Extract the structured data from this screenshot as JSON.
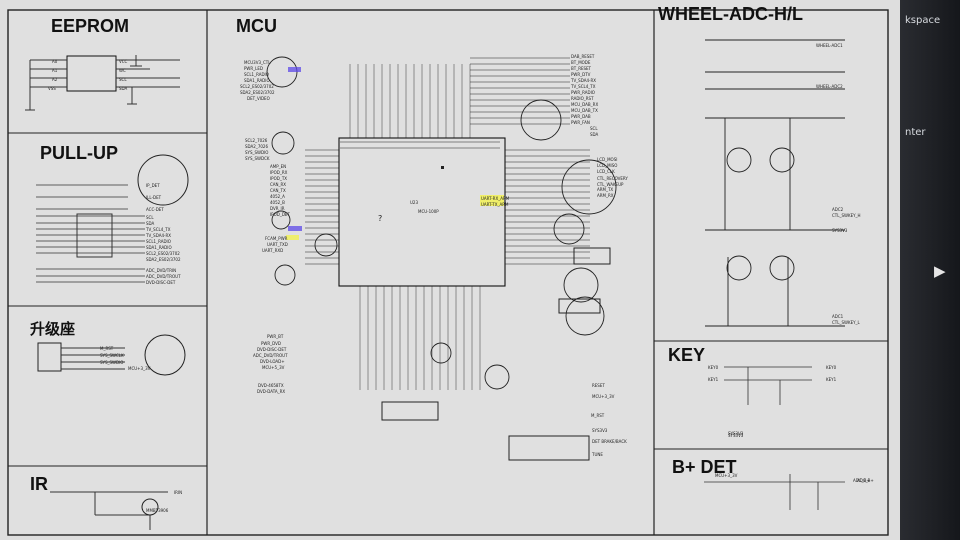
{
  "titles": {
    "eeprom": "EEPROM",
    "mcu": "MCU",
    "wheel": "WHEEL-ADC-H/L",
    "pullup": "PULL-UP",
    "upgrade": "升级座",
    "ir": "IR",
    "key": "KEY",
    "bplus": "B+ DET"
  },
  "background_text": {
    "monitor_top": "kspace",
    "monitor_mid": "nter"
  },
  "eeprom_pins": [
    "A0",
    "A1",
    "A2",
    "VSS",
    "VCC",
    "WC",
    "SCL",
    "SDA"
  ],
  "mcu_left_labels": [
    "MCU3V3_CTL",
    "PWR_LED",
    "SCL1_RADIO",
    "SDA1_RADIO",
    "SCL2_ES02/3702",
    "SDA2_ES02/3702",
    "DET_VIDEO",
    "SCL2_7026",
    "SDA2_7026",
    "SYS_SWDIO",
    "SYS_SWDCK",
    "AMP_EN",
    "IPOD_RX",
    "IPOD_TX",
    "CAN_RX",
    "CAN_TX",
    "4052_A",
    "4052_B",
    "DVR_IR",
    "IPOD_DET",
    "FCAM_PWR",
    "UART_TXD",
    "UART_RXD"
  ],
  "mcu_right_labels": [
    "DAB_RESET",
    "BT_MODE",
    "BT_RESET",
    "PWR_DTV",
    "TV_SDA4-RX",
    "TV_SCL4_TX",
    "PWR_RADIO",
    "RADIO_RST",
    "MCU_DAB_RX",
    "MCU_DAB_TX",
    "PWR_DAB",
    "PWR_FAN",
    "SCL",
    "SDA"
  ],
  "mcu_center_labels": [
    "MCU-100P",
    "U23",
    "UART-RX_ARM",
    "UART-TX_ARM",
    "ARM_TX",
    "ARM_RX",
    "LCD_MOSI",
    "LCD_MISO",
    "LCD_CLK",
    "CTL_RECOVERY",
    "CTL_WAKEUP"
  ],
  "bottom_labels": [
    "PWR_BT",
    "PWR_DVD",
    "DVD-DISC-DET",
    "ADC_DVD/TROUT",
    "DVD-LOAD+",
    "MCU+5_3V",
    "DVD-4658TX",
    "DVD-DATA_RX",
    "RESET",
    "MCU+3_3V",
    "M_RST",
    "SYS3V3",
    "DET BRAKE/BACK",
    "TUNE"
  ],
  "right_labels": [
    "WHEEL-ADC1",
    "WHEEL-ADC2",
    "ADC2",
    "CTL_SWKEY_H",
    "SYS3V3",
    "ADC1",
    "CTL_SWKEY_L",
    "KEY0",
    "KEY1",
    "SYS3V3",
    "ADC_B+"
  ],
  "pullup_labels": [
    "IP_DET",
    "ILL-DET",
    "ACC-DET",
    "SCL",
    "SDA",
    "TV_SCL4_TX",
    "TV_SDA4-RX",
    "SCL1_RADIO",
    "SDA1_RADIO",
    "SCL2_ES02/3702",
    "SDA2_ES02/3702",
    "ADC_DVD/TRIN",
    "ADC_DVD/TROUT",
    "DVD-DISC-DET"
  ],
  "upgrade_labels": [
    "M_RST",
    "SYS_SWCLK",
    "SYS_SWDIO",
    "MCU+3_3V"
  ],
  "ir_labels": [
    "IRIN",
    "MMBT3906"
  ],
  "key_labels": [
    "KEY0",
    "KEY1",
    "SYS3V3"
  ],
  "bplus_labels": [
    "MCU+3_3V",
    "ADC_B+"
  ],
  "highlight_colors": {
    "blue": "#5d4ae8",
    "yellow": "#f0ef62"
  }
}
